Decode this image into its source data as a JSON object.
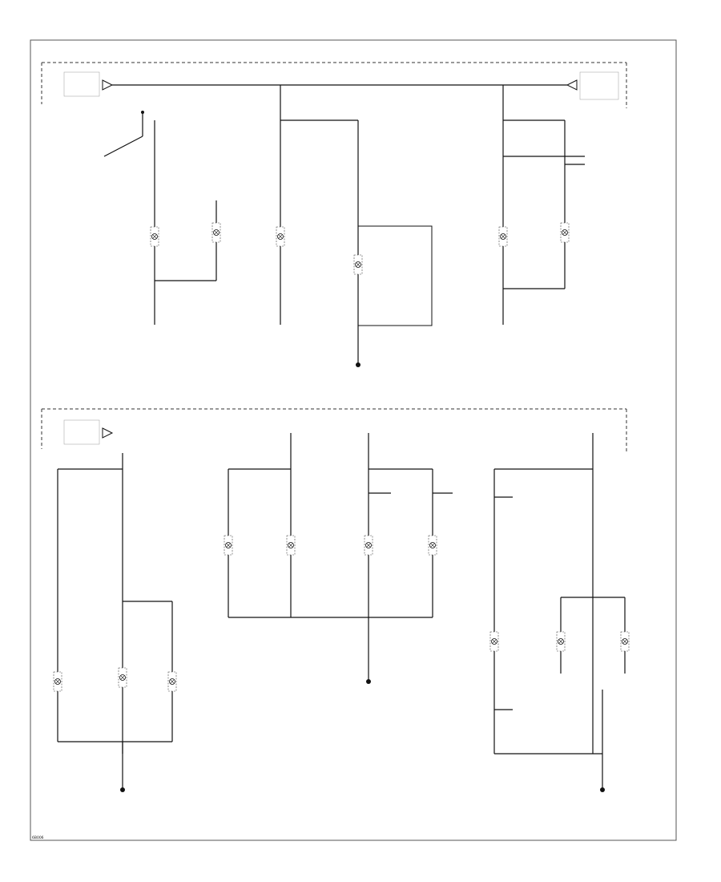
{
  "diagram": {
    "code": "6B006",
    "bulbs": [
      {
        "id": "rear-compartment-lamp"
      },
      {
        "id": "trunk-lamp"
      },
      {
        "id": "fuel-door-lamp"
      },
      {
        "id": "hazard-switch-illumination"
      },
      {
        "id": "map-lamp-left"
      },
      {
        "id": "map-lamp-right"
      },
      {
        "id": "cargo-lamp-left"
      },
      {
        "id": "cargo-lamp-right"
      },
      {
        "id": "step-lamp"
      },
      {
        "id": "footwell-lamp-left"
      },
      {
        "id": "footwell-lamp-right"
      },
      {
        "id": "door-lamp-1"
      },
      {
        "id": "door-lamp-2"
      },
      {
        "id": "courtesy-lamp-1"
      },
      {
        "id": "courtesy-lamp-2"
      },
      {
        "id": "vanity-lamp"
      }
    ]
  }
}
